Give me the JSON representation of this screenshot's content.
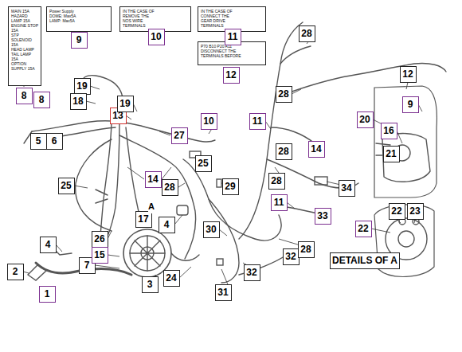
{
  "diagram": {
    "nodes": [
      {
        "text": [
          "MAIN 15A",
          "HAZARD LAMP 15A",
          "ENGINE STOP 15A",
          "STP SOLENOID 15A",
          "HEAD LAMP TAIL LAMP 15A",
          "OPTION SUPPLY 15A"
        ]
      },
      {
        "text": [
          "Power Supply",
          "DOME: Max5A",
          "LAMP: Max5A"
        ]
      },
      {
        "text": [
          "IN THE CASE OF",
          "REMOVE THE",
          "NOS WIRE",
          "TERMINALS"
        ]
      },
      {
        "text": [
          "IN THE CASE OF",
          "CONNECT THE",
          "GEAR DRIVE",
          "TERMINALS"
        ]
      },
      {
        "text": [
          "P70 B10 P20 A11",
          "DISCONNECT THE",
          "TERMINALS BEFORE"
        ]
      }
    ],
    "labels": [
      "8",
      "9",
      "10",
      "11",
      "12",
      "19",
      "18",
      "8",
      "13",
      "19",
      "27",
      "10",
      "5",
      "6",
      "14",
      "25",
      "25",
      "28",
      "29",
      "26",
      "4",
      "17",
      "A",
      "4",
      "2",
      "7",
      "15",
      "1",
      "3",
      "24",
      "30",
      "31",
      "32",
      "32",
      "28",
      "11",
      "28",
      "33",
      "34",
      "11",
      "14",
      "28",
      "28",
      "28",
      "12",
      "9",
      "20",
      "16",
      "21",
      "22",
      "23",
      "22",
      "DETAILS OF A"
    ]
  }
}
